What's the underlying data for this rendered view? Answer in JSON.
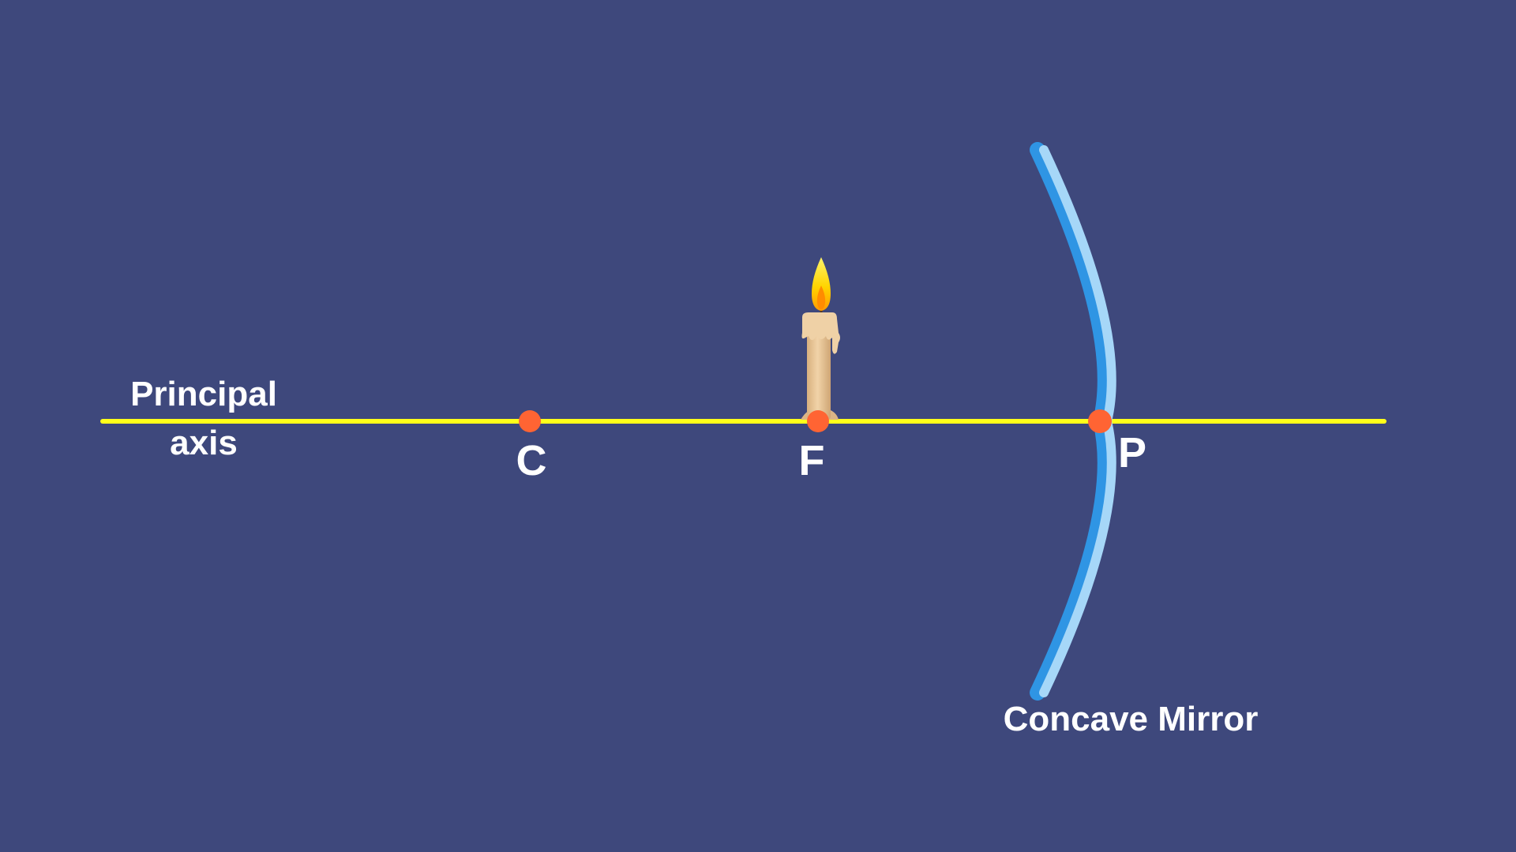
{
  "diagram": {
    "principal_axis_label_line1": "Principal",
    "principal_axis_label_line2": "axis",
    "point_c_label": "C",
    "point_f_label": "F",
    "point_p_label": "P",
    "mirror_label": "Concave Mirror"
  },
  "colors": {
    "background": "#3e487c",
    "principal_axis": "#ffff1a",
    "points": "#ff6433",
    "mirror_outer": "#2f95e4",
    "mirror_inner": "#a6d7f8",
    "candle_body": "#e8c79a",
    "flame": "#ffe41a"
  },
  "icons": [
    "candle-icon",
    "flame-icon"
  ]
}
